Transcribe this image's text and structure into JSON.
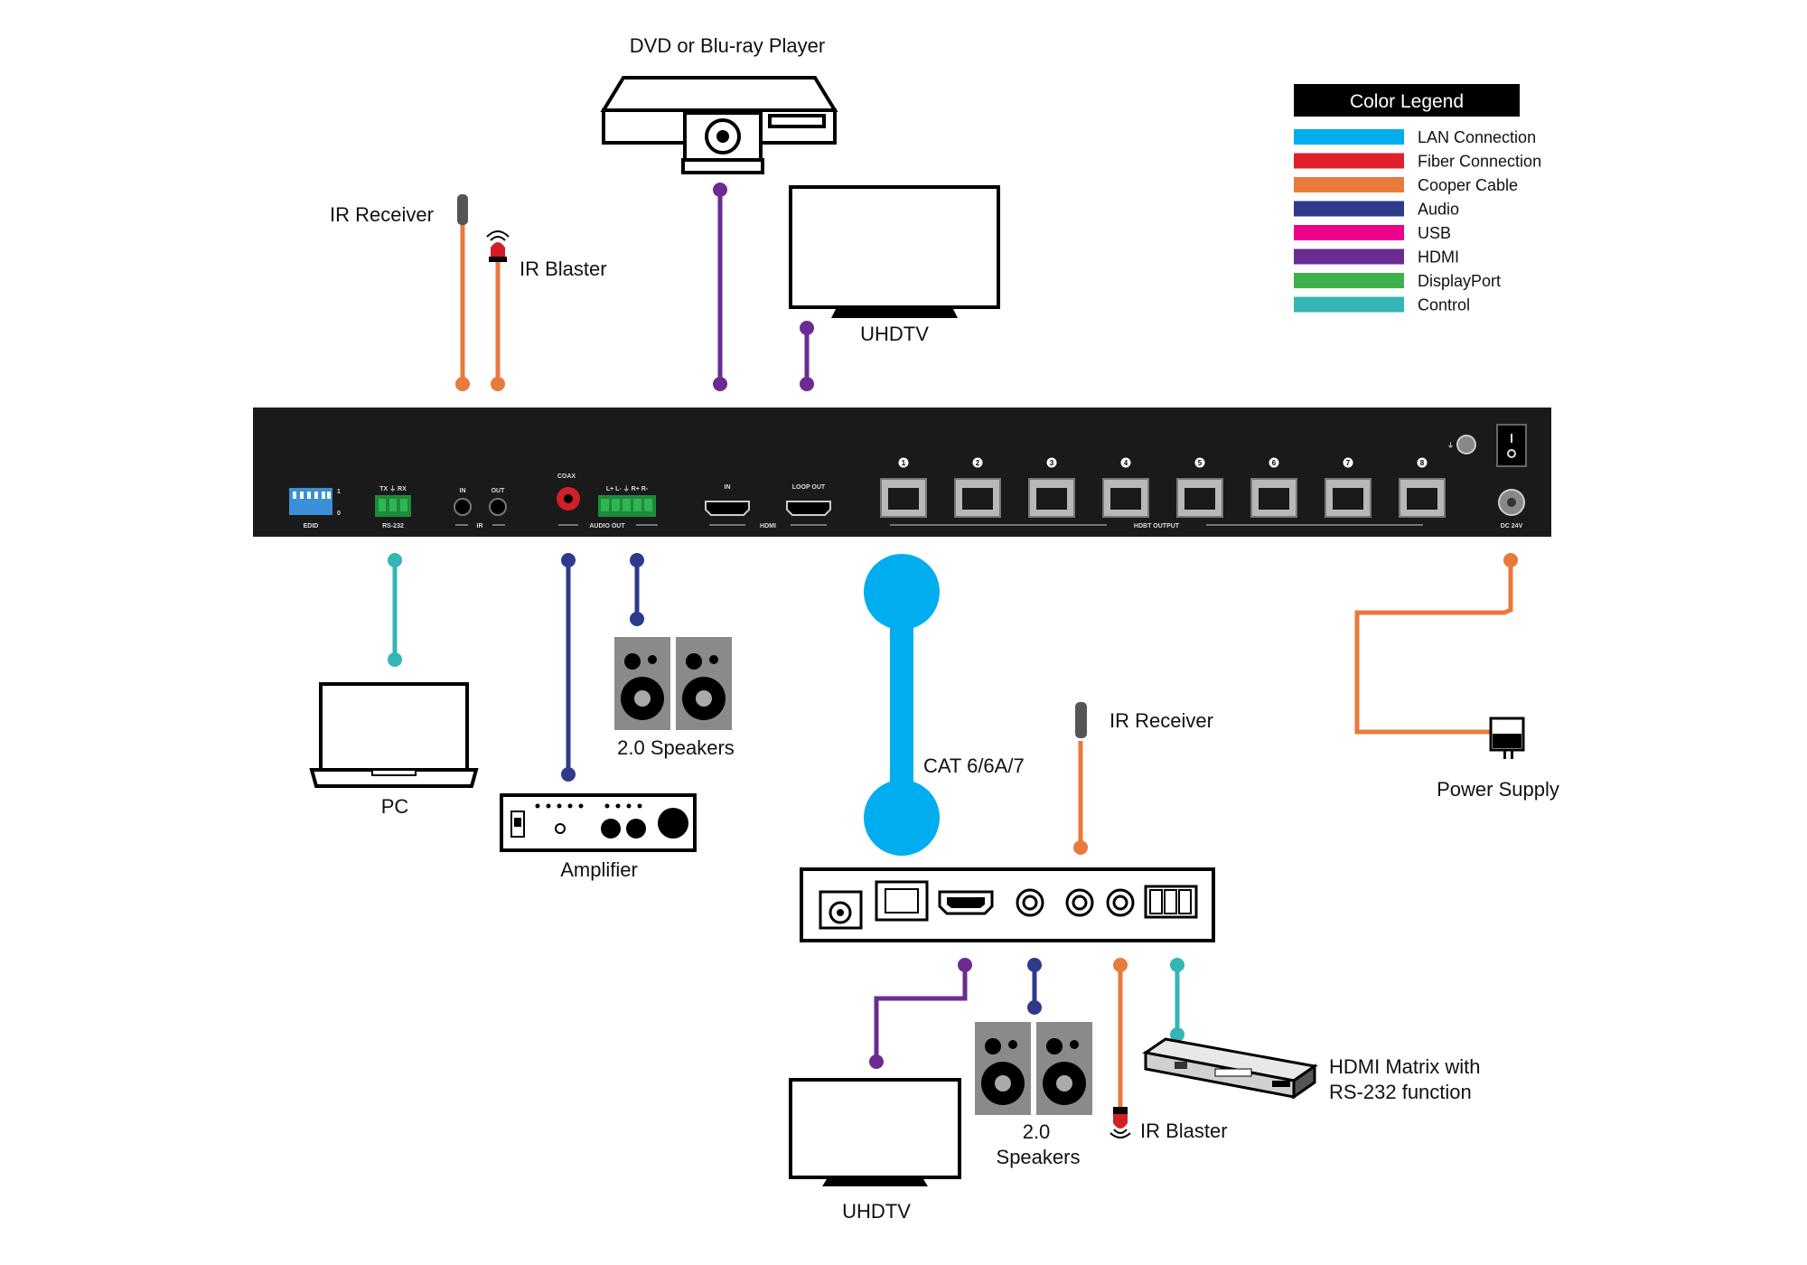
{
  "colors": {
    "lan": "#00AEEF",
    "fiber": "#E0202D",
    "copper": "#E87A3C",
    "audio": "#2E3A8C",
    "usb": "#EC008C",
    "hdmi": "#6A2C91",
    "displayport": "#3DB24A",
    "control": "#35B5B5",
    "device_body": "#1a1a1a"
  },
  "legend": {
    "title": "Color Legend",
    "items": [
      {
        "label": "LAN Connection",
        "color": "#00AEEF"
      },
      {
        "label": "Fiber Connection",
        "color": "#E0202D"
      },
      {
        "label": "Cooper Cable",
        "color": "#E87A3C"
      },
      {
        "label": "Audio",
        "color": "#2E3A8C"
      },
      {
        "label": "USB",
        "color": "#EC008C"
      },
      {
        "label": "HDMI",
        "color": "#6A2C91"
      },
      {
        "label": "DisplayPort",
        "color": "#3DB24A"
      },
      {
        "label": "Control",
        "color": "#35B5B5"
      }
    ]
  },
  "labels": {
    "dvd_player": "DVD or Blu-ray Player",
    "ir_receiver_top": "IR Receiver",
    "ir_blaster_top": "IR Blaster",
    "uhdtv_top": "UHDTV",
    "pc": "PC",
    "speakers_top": "2.0 Speakers",
    "amplifier": "Amplifier",
    "cable": "CAT 6/6A/7",
    "ir_receiver_bottom": "IR Receiver",
    "power_supply": "Power Supply",
    "uhdtv_bottom": "UHDTV",
    "speakers_bottom_1": "2.0",
    "speakers_bottom_2": "Speakers",
    "ir_blaster_bottom": "IR Blaster",
    "matrix_1": "HDMI Matrix with",
    "matrix_2": "RS-232 function"
  },
  "panel": {
    "edid": "EDID",
    "edid_1": "1",
    "edid_0": "0",
    "rs232": "RS-232",
    "rs232_pins": "TX ⏚ RX",
    "ir_in": "IN",
    "ir_out": "OUT",
    "ir": "IR",
    "coax": "COAX",
    "audio_pins": "L+ L- ⏚ R+ R-",
    "audio_out": "AUDIO OUT",
    "hdmi_in": "IN",
    "hdmi_loop": "LOOP OUT",
    "hdmi": "HDMI",
    "ports": [
      "1",
      "2",
      "3",
      "4",
      "5",
      "6",
      "7",
      "8"
    ],
    "hdbt_output": "HDBT OUTPUT",
    "dc": "DC 24V"
  }
}
